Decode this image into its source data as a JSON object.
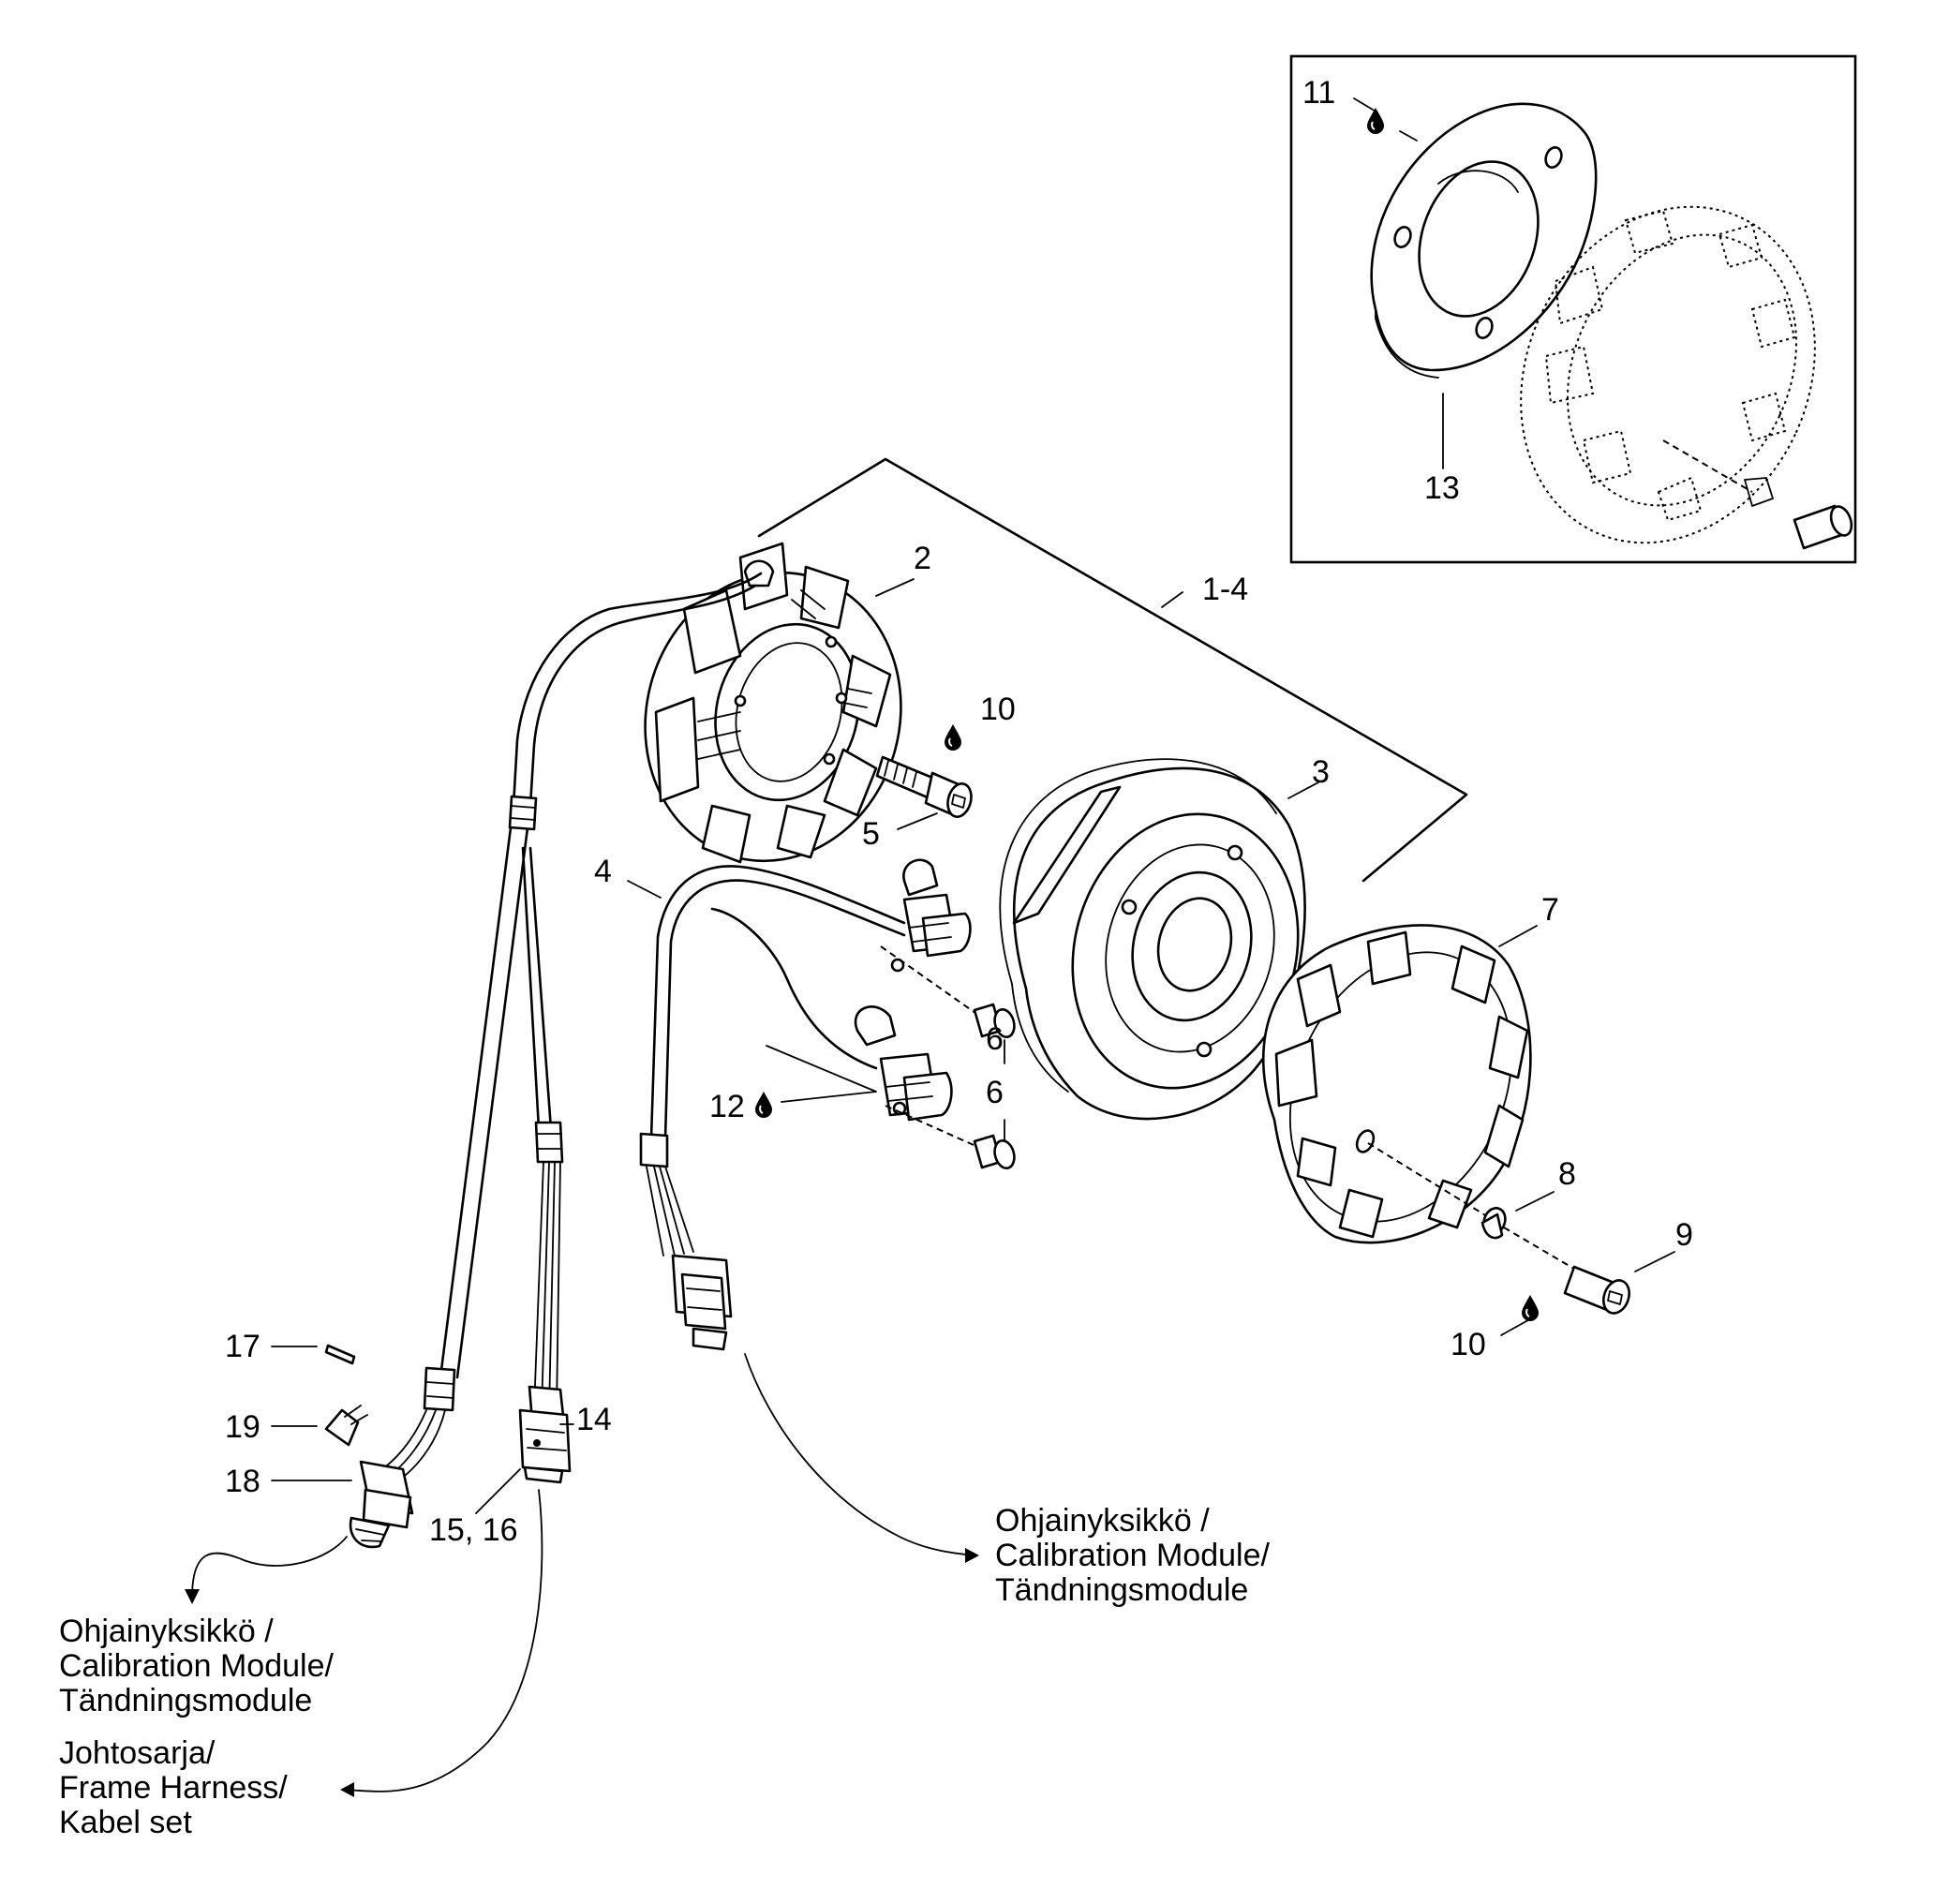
{
  "labels": {
    "l1_4": "1-4",
    "l2": "2",
    "l3": "3",
    "l4": "4",
    "l5": "5",
    "l6a": "6",
    "l6b": "6",
    "l7": "7",
    "l8": "8",
    "l9": "9",
    "l10a": "10",
    "l10b": "10",
    "l11": "11",
    "l12": "12",
    "l13": "13",
    "l14": "14",
    "l15_16": "15, 16",
    "l17": "17",
    "l18": "18",
    "l19": "19"
  },
  "notes": {
    "calib_right": [
      "Ohjainyksikkö /",
      "Calibration Module/",
      "Tändningsmodule"
    ],
    "calib_left": [
      "Ohjainyksikkö /",
      "Calibration Module/",
      "Tändningsmodule"
    ],
    "harness": [
      "Johtosarja/",
      "Frame Harness/",
      "Kabel set"
    ]
  },
  "icons": {
    "adhesive": "oil-drop-icon"
  }
}
